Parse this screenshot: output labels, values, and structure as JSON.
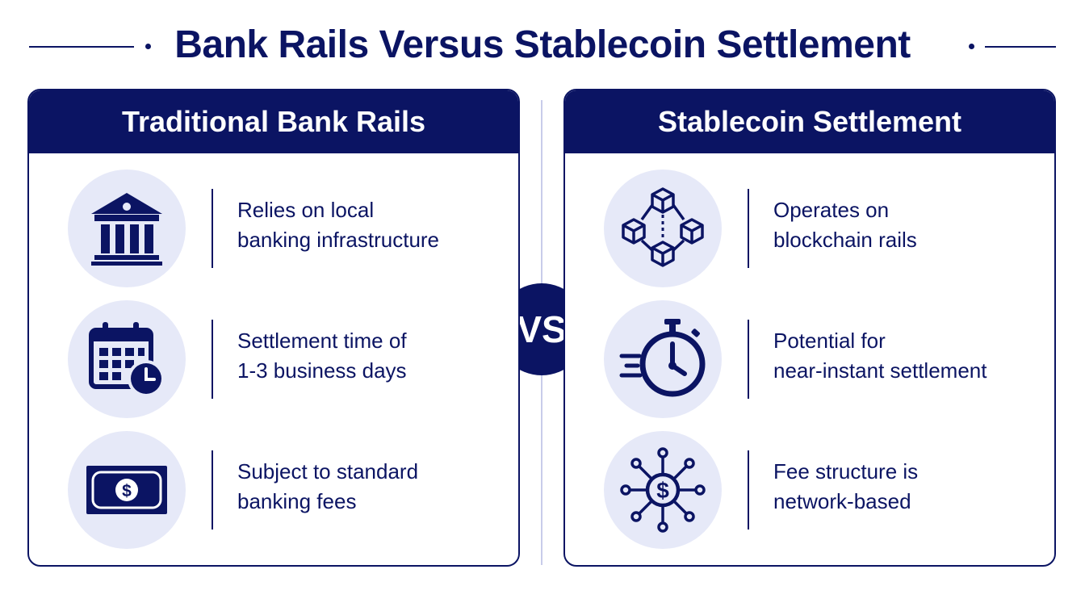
{
  "title": "Bank Rails Versus Stablecoin Settlement",
  "vs_label": "VS",
  "left_panel": {
    "heading": "Traditional Bank Rails",
    "items": [
      {
        "icon": "bank-building-icon",
        "line1": "Relies on local",
        "line2": "banking infrastructure"
      },
      {
        "icon": "calendar-clock-icon",
        "line1": "Settlement time of",
        "line2": "1-3 business days"
      },
      {
        "icon": "dollar-bill-icon",
        "line1": "Subject to standard",
        "line2": "banking fees"
      }
    ]
  },
  "right_panel": {
    "heading": "Stablecoin Settlement",
    "items": [
      {
        "icon": "blockchain-cubes-icon",
        "line1": "Operates on",
        "line2": "blockchain rails"
      },
      {
        "icon": "stopwatch-speed-icon",
        "line1": "Potential for",
        "line2": "near-instant settlement"
      },
      {
        "icon": "dollar-network-icon",
        "line1": "Fee structure is",
        "line2": "network-based"
      }
    ]
  },
  "colors": {
    "primary_navy": "#0b1463",
    "icon_circle_bg": "#e6e9f8",
    "center_line": "#c8ccea",
    "background": "#ffffff"
  }
}
